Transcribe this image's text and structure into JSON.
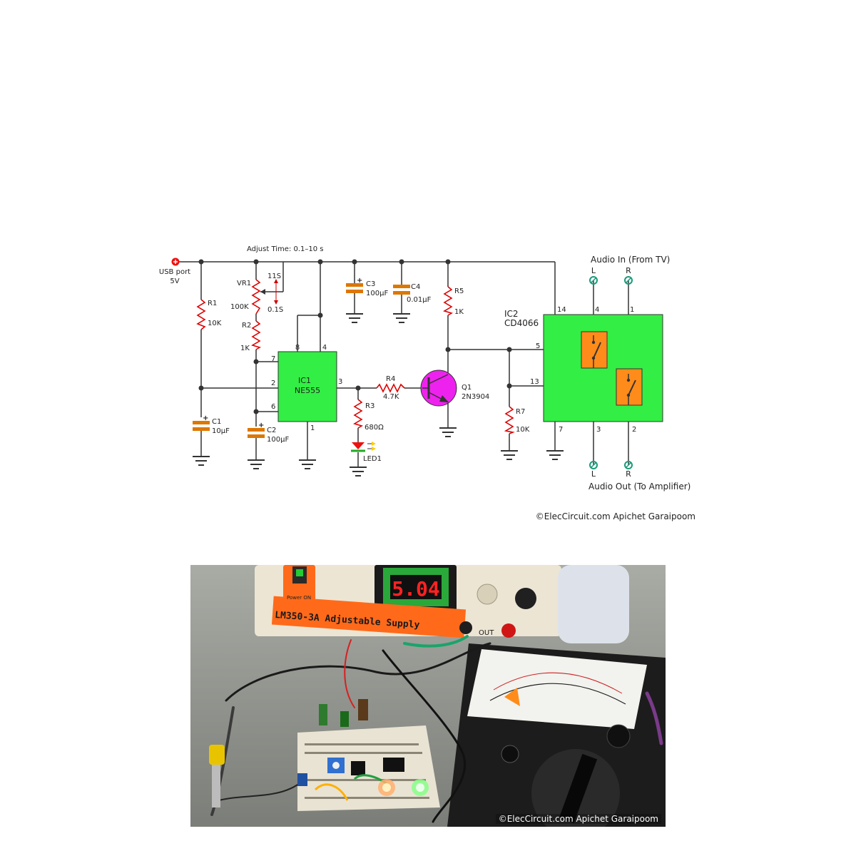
{
  "diagram": {
    "adjust_time_label": "Adjust Time: 0.1–10 s",
    "usb": {
      "line1": "USB port",
      "line2": "5V"
    },
    "components": {
      "r1": {
        "name": "R1",
        "value": "10K"
      },
      "vr1": {
        "name": "VR1",
        "value": "100K",
        "max": "11S",
        "min": "0.1S"
      },
      "r2": {
        "name": "R2",
        "value": "1K"
      },
      "c1": {
        "name": "C1",
        "value": "10μF"
      },
      "c2": {
        "name": "C2",
        "value": "100μF"
      },
      "c3": {
        "name": "C3",
        "value": "100μF"
      },
      "c4": {
        "name": "C4",
        "value": "0.01μF"
      },
      "r5": {
        "name": "R5",
        "value": "1K"
      },
      "r4": {
        "name": "R4",
        "value": "4.7K"
      },
      "r3": {
        "name": "R3",
        "value": "680Ω"
      },
      "led1": {
        "name": "LED1"
      },
      "q1": {
        "name": "Q1",
        "value": "2N3904"
      },
      "r7": {
        "name": "R7",
        "value": "10K"
      }
    },
    "ic1": {
      "name": "IC1",
      "part": "NE555",
      "pins": {
        "p8": "8",
        "p4": "4",
        "p7": "7",
        "p2": "2",
        "p6": "6",
        "p3": "3",
        "p1": "1"
      }
    },
    "ic2": {
      "name": "IC2",
      "part": "CD4066",
      "pins": {
        "p14": "14",
        "p4": "4",
        "p1": "1",
        "p5": "5",
        "p13": "13",
        "p7": "7",
        "p3": "3",
        "p2": "2"
      }
    },
    "audio_in": {
      "label": "Audio In (From TV)",
      "left": "L",
      "right": "R"
    },
    "audio_out": {
      "label": "Audio Out (To Amplifier)",
      "left": "L",
      "right": "R"
    },
    "credit": "©ElecCircuit.com Apichet Garaipoom",
    "colors": {
      "ic": "#33ee44",
      "switch": "#ff8c1a",
      "transistor": "#ee22ee",
      "resistor": "#dd0000",
      "capacitor": "#dd7700",
      "terminal": "#1a9a7a",
      "power": "#ee1111"
    }
  },
  "photo": {
    "meter_display": "5.04",
    "panel_text": "LM350-3A Adjustable Supply",
    "power_label": "Power ON",
    "out_label": "OUT",
    "credit": "©ElecCircuit.com Apichet Garaipoom"
  }
}
